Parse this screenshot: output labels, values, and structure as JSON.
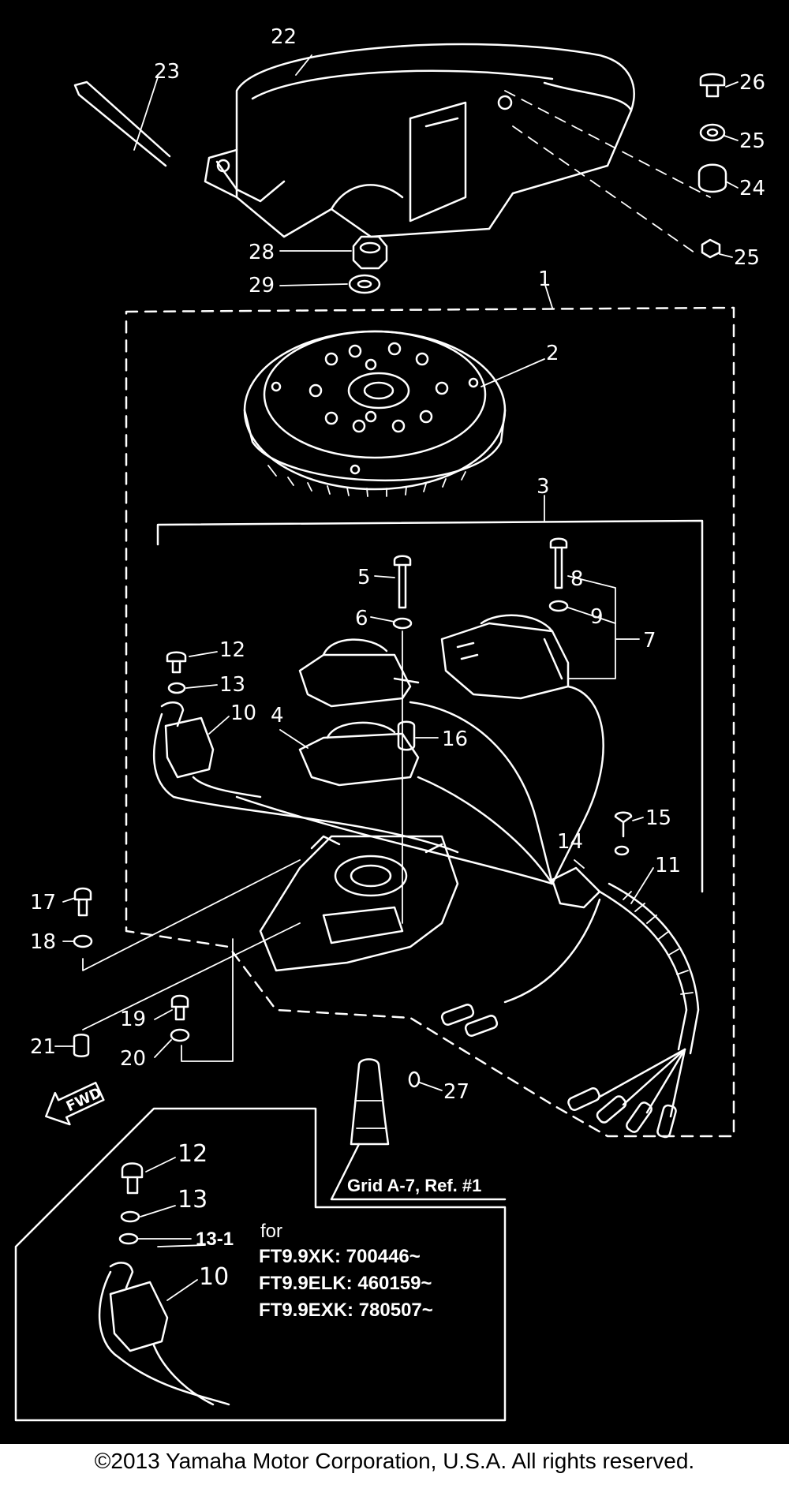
{
  "diagram": {
    "part_labels": [
      "1",
      "2",
      "3",
      "4",
      "5",
      "6",
      "7",
      "8",
      "9",
      "10",
      "11",
      "12",
      "13",
      "14",
      "15",
      "16",
      "17",
      "18",
      "19",
      "20",
      "21",
      "22",
      "23",
      "24",
      "25",
      "25",
      "26",
      "27",
      "28",
      "29"
    ],
    "fwd_label": "FWD",
    "ref_note": "Grid A-7, Ref. #1",
    "inset": {
      "part_labels": [
        "12",
        "13",
        "13-1",
        "10"
      ],
      "applicability_heading": "for",
      "applicability": [
        "FT9.9XK: 700446~",
        "FT9.9ELK: 460159~",
        "FT9.9EXK: 780507~"
      ]
    }
  },
  "footer": {
    "copyright": "©2013 Yamaha Motor Corporation, U.S.A. All rights reserved."
  }
}
